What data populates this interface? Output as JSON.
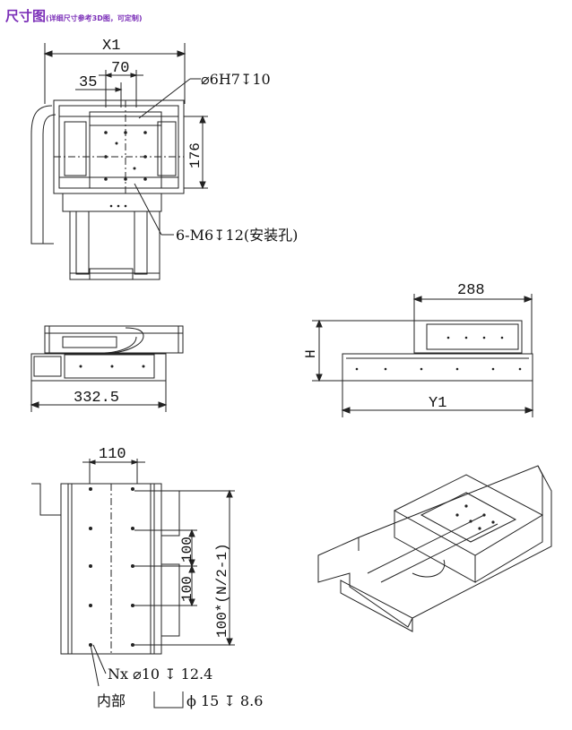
{
  "header": {
    "title": "尺寸图",
    "subtitle": "(详细尺寸参考3D图，可定制)",
    "color": "#7b2fb8"
  },
  "top_view": {
    "dim_width": "X1",
    "dim_70": "70",
    "dim_35": "35",
    "dim_176": "176",
    "callout_hole": "⌀6H7↧10",
    "callout_mount": "6-M6↧12(安装孔)"
  },
  "front_view": {
    "dim_width": "332.5"
  },
  "side_view": {
    "dim_top": "288",
    "dim_height": "H",
    "dim_length": "Y1"
  },
  "bottom_view": {
    "dim_110": "110",
    "dim_100a": "100",
    "dim_100b": "100",
    "dim_pitch": "100*(N/2-1)",
    "note_holes": "Nx ⌀10 ↧ 12.4",
    "note_inner": "内部",
    "note_inner_spec": "ϕ 15 ↧ 8.6"
  }
}
